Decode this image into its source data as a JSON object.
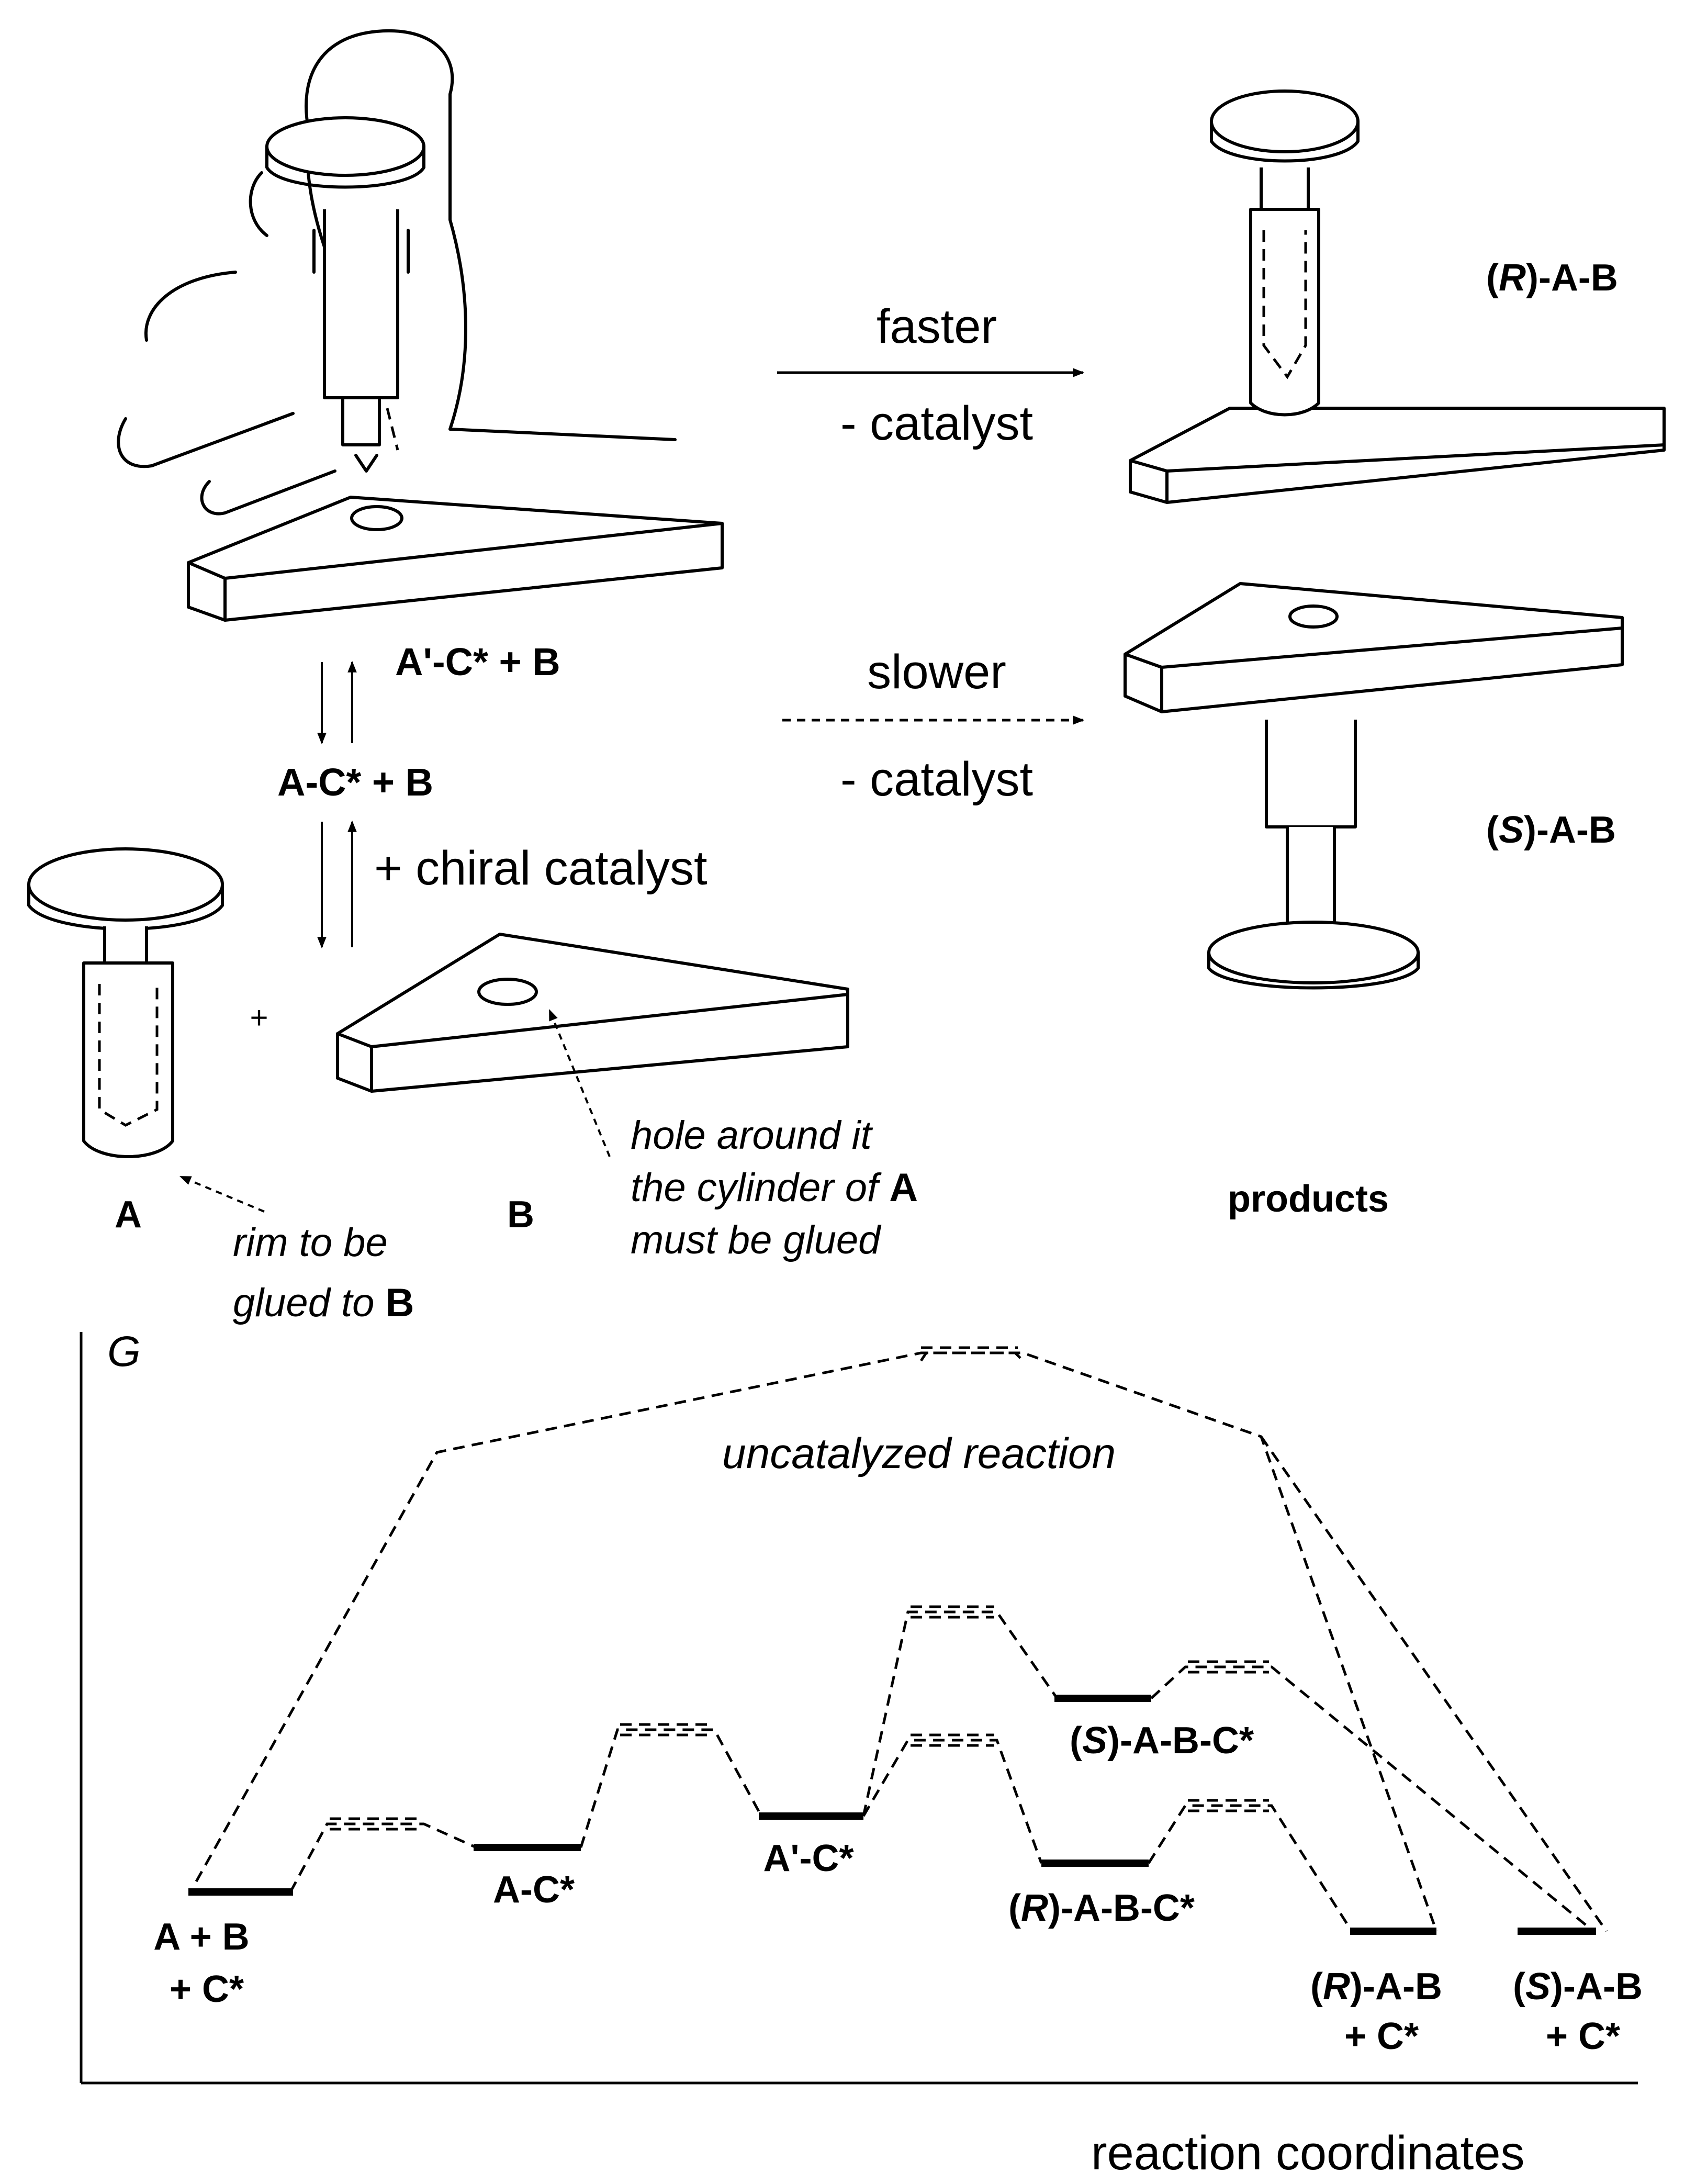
{
  "labels": {
    "faster": "faster",
    "minus_catalyst_1": "- catalyst",
    "slower": "slower",
    "minus_catalyst_2": "- catalyst",
    "r_ab": [
      "(",
      "R",
      ")-A-B"
    ],
    "s_ab": [
      "(",
      "S",
      ")-A-B"
    ],
    "a_prime_c_b": "A'-C* + B",
    "a_c_b": "A-C* + B",
    "plus_chiral_catalyst": "+ chiral catalyst",
    "plus": "+",
    "label_a": "A",
    "label_b": "B",
    "products": "products",
    "rim_note": [
      "rim to be",
      "glued to ",
      "B"
    ],
    "hole_note": [
      "hole around it",
      "the cylinder of ",
      "A",
      "must be glued"
    ]
  },
  "energy_diagram": {
    "y_axis_label": "G",
    "x_axis_label": "reaction coordinates",
    "uncatalyzed_label": "uncatalyzed reaction",
    "states": {
      "ab_c": [
        "A + B",
        "+ C*"
      ],
      "ac": "A-C*",
      "apc": "A'-C*",
      "s_abc": [
        "(",
        "S",
        ")-A-B-C*"
      ],
      "r_abc": [
        "(",
        "R",
        ")-A-B-C*"
      ],
      "r_ab_c": [
        "(",
        "R",
        ")-A-B",
        "+  C*"
      ],
      "s_ab_c": [
        "(",
        "S",
        ")-A-B",
        "+  C*"
      ]
    }
  }
}
